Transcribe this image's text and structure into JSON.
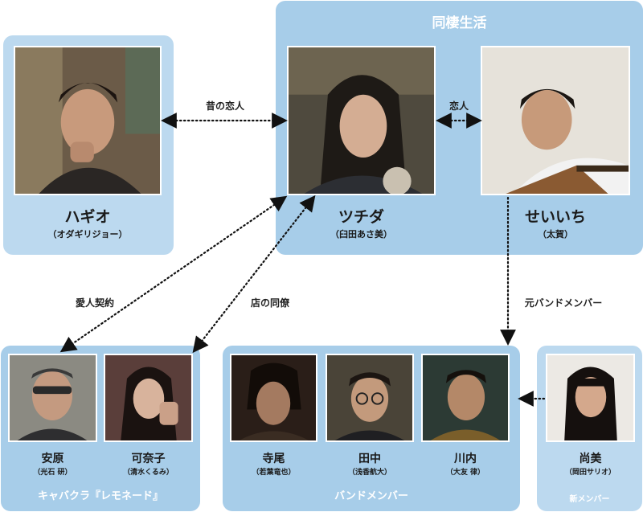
{
  "groups": {
    "cohabitation": "同棲生活",
    "cabaret": "キャバクラ『レモネード』",
    "band": "バンドメンバー",
    "new_member": "新メンバー"
  },
  "characters": {
    "hagio": {
      "name": "ハギオ",
      "actor": "（オダギリジョー）"
    },
    "tsuchida": {
      "name": "ツチダ",
      "actor": "（臼田あさ美）"
    },
    "seiichi": {
      "name": "せいいち",
      "actor": "（太賀）"
    },
    "yasuhara": {
      "name": "安原",
      "actor": "（光石 研）"
    },
    "kanako": {
      "name": "可奈子",
      "actor": "（清水くるみ）"
    },
    "terao": {
      "name": "寺尾",
      "actor": "（若葉竜也）"
    },
    "tanaka": {
      "name": "田中",
      "actor": "（浅香航大）"
    },
    "kawauchi": {
      "name": "川内",
      "actor": "（大友 律）"
    },
    "naomi": {
      "name": "尚美",
      "actor": "（岡田サリオ）"
    }
  },
  "relations": {
    "former_lover": "昔の恋人",
    "lover": "恋人",
    "mistress_contract": "愛人契約",
    "coworker": "店の同僚",
    "former_band": "元バンドメンバー"
  },
  "colors": {
    "box_light": "#bcd9ef",
    "box_dark": "#a7cde9",
    "arrow": "#111111"
  }
}
